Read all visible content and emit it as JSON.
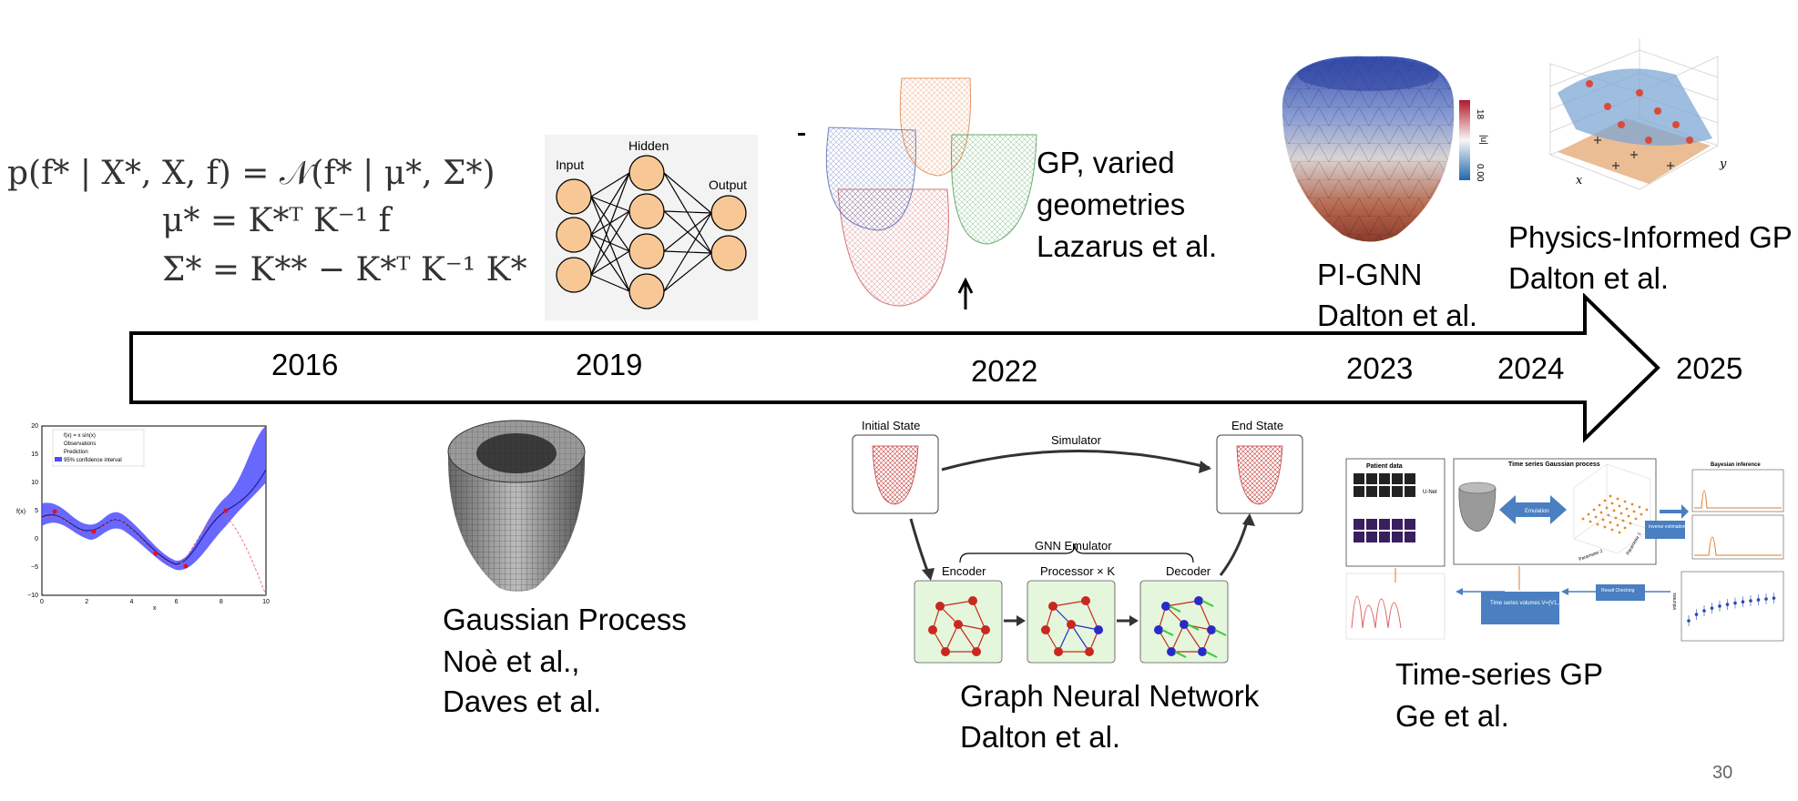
{
  "equations": {
    "line1": "p(f* | X*, X, f) = 𝒩(f* | μ*, Σ*)",
    "line2": "μ* = K*ᵀ K⁻¹ f",
    "line3": "Σ* = K** − K*ᵀ K⁻¹ K*"
  },
  "timeline": {
    "years": [
      "2016",
      "2019",
      "2022",
      "2023",
      "2024",
      "2025"
    ]
  },
  "neural_net": {
    "input": "Input",
    "hidden": "Hidden",
    "output": "Output"
  },
  "gp_plot": {
    "legend": [
      "f(x) = x sin(x)",
      "Observations",
      "Prediction",
      "95% confidence interval"
    ],
    "yticks": [
      "20",
      "15",
      "10",
      "5",
      "0",
      "−5",
      "−10"
    ],
    "xticks": [
      "0",
      "2",
      "4",
      "6",
      "8",
      "10"
    ],
    "ylabel": "f(x)",
    "xlabel": "x"
  },
  "gnn_diagram": {
    "initial_state": "Initial State",
    "end_state": "End State",
    "simulator": "Simulator",
    "emulator": "GNN Emulator",
    "encoder": "Encoder",
    "processor": "Processor × K",
    "decoder": "Decoder"
  },
  "ts_diagram": {
    "patient_data": "Patient data",
    "unet": "U-Net",
    "ts_gp": "Time series Gaussian process",
    "bayes": "Bayesian inference",
    "emulation": "Emulation",
    "inverse": "Inverse estimation",
    "ts_volumes": "Time series volumes V={V1,...,V20}",
    "result_checking": "Result Checking",
    "param1": "Parameter 1",
    "param2": "Parameter 2",
    "volumes": "volumes"
  },
  "labels": {
    "gp_varied_1": "GP, varied",
    "gp_varied_2": "geometries",
    "gp_varied_3": "Lazarus et al.",
    "pignn_1": "PI-GNN",
    "pignn_2": "Dalton et al.",
    "pigp_1": "Physics-Informed GP",
    "pigp_2": "Dalton et al.",
    "gp_1": "Gaussian Process",
    "gp_2": "Noè et al.,",
    "gp_3": "Daves et al.",
    "gnn_1": "Graph Neural Network",
    "gnn_2": "Dalton et al.",
    "ts_1": "Time-series GP",
    "ts_2": "Ge et al."
  },
  "pignn_colorbar": {
    "ticks": [
      "18",
      "0.00"
    ],
    "label": "|u|"
  },
  "pigp_axes": {
    "x": "x",
    "y": "y"
  },
  "page_number": "30",
  "colors": {
    "nn_node": "#f7c896",
    "gp_band": "#4d4dff",
    "emu_arrow": "#4a7fc1",
    "graph_bg": "#e4f6dc"
  }
}
